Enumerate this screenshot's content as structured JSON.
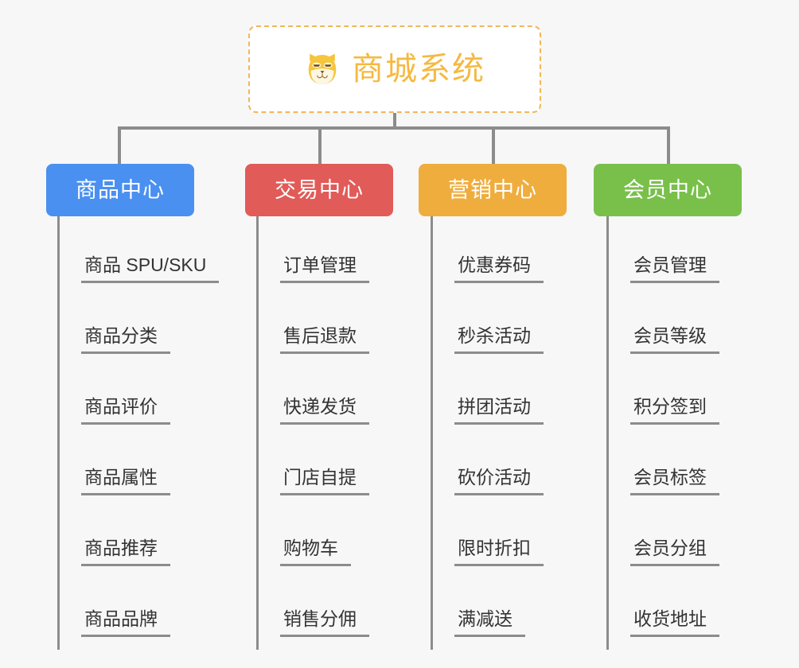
{
  "background_color": "#f7f7f7",
  "root": {
    "icon": "shiba-dog-face-emoji",
    "title": "商城系统",
    "title_color": "#f5b942",
    "border_color": "#f0b75b"
  },
  "branches": [
    {
      "label": "商品中心",
      "color": "#4a90f0",
      "items": [
        "商品 SPU/SKU",
        "商品分类",
        "商品评价",
        "商品属性",
        "商品推荐",
        "商品品牌"
      ]
    },
    {
      "label": "交易中心",
      "color": "#e15b58",
      "items": [
        "订单管理",
        "售后退款",
        "快递发货",
        "门店自提",
        "购物车",
        "销售分佣"
      ]
    },
    {
      "label": "营销中心",
      "color": "#efad3e",
      "items": [
        "优惠券码",
        "秒杀活动",
        "拼团活动",
        "砍价活动",
        "限时折扣",
        "满减送"
      ]
    },
    {
      "label": "会员中心",
      "color": "#79c04b",
      "items": [
        "会员管理",
        "会员等级",
        "积分签到",
        "会员标签",
        "会员分组",
        "收货地址"
      ]
    }
  ],
  "connector_color": "#8c8c8c"
}
